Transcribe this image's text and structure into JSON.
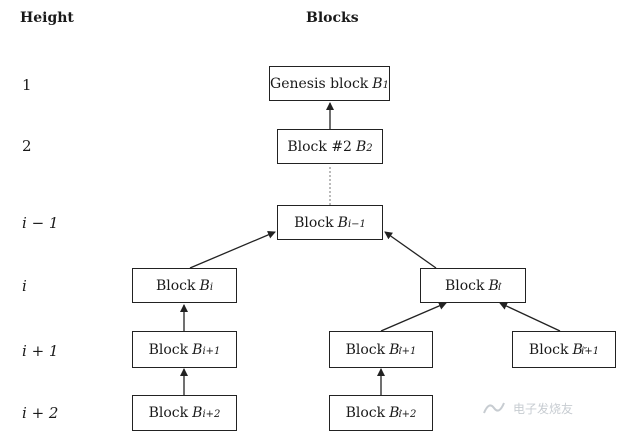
{
  "headers": {
    "height": "Height",
    "blocks": "Blocks"
  },
  "heights": [
    {
      "text": "1",
      "italic": false
    },
    {
      "text": "2",
      "italic": false
    },
    {
      "text": "i − 1",
      "italic": true
    },
    {
      "text": "i",
      "italic": true
    },
    {
      "text": "i + 1",
      "italic": true
    },
    {
      "text": "i + 2",
      "italic": true
    }
  ],
  "blocks": {
    "genesis": {
      "label": "Genesis block",
      "sym": "B",
      "sub": "1",
      "prime": ""
    },
    "b2": {
      "label": "Block #2",
      "sym": "B",
      "sub": "2",
      "prime": ""
    },
    "bi_minus_1": {
      "label": "Block",
      "sym": "B",
      "sub": "i−1",
      "prime": ""
    },
    "bi": {
      "label": "Block",
      "sym": "B",
      "sub": "i",
      "prime": ""
    },
    "bi_prime": {
      "label": "Block",
      "sym": "B",
      "sub": "i",
      "prime": "′"
    },
    "bi1": {
      "label": "Block",
      "sym": "B",
      "sub": "i+1",
      "prime": ""
    },
    "bi1_prime": {
      "label": "Block",
      "sym": "B",
      "sub": "i+1",
      "prime": "′"
    },
    "bi1_dprime": {
      "label": "Block",
      "sym": "B",
      "sub": "i+1",
      "prime": "″"
    },
    "bi2": {
      "label": "Block",
      "sym": "B",
      "sub": "i+2",
      "prime": ""
    },
    "bi2_prime": {
      "label": "Block",
      "sym": "B",
      "sub": "i+2",
      "prime": "′"
    }
  },
  "watermark": {
    "text": "电子发烧友",
    "icon": "signal-logo-icon"
  }
}
